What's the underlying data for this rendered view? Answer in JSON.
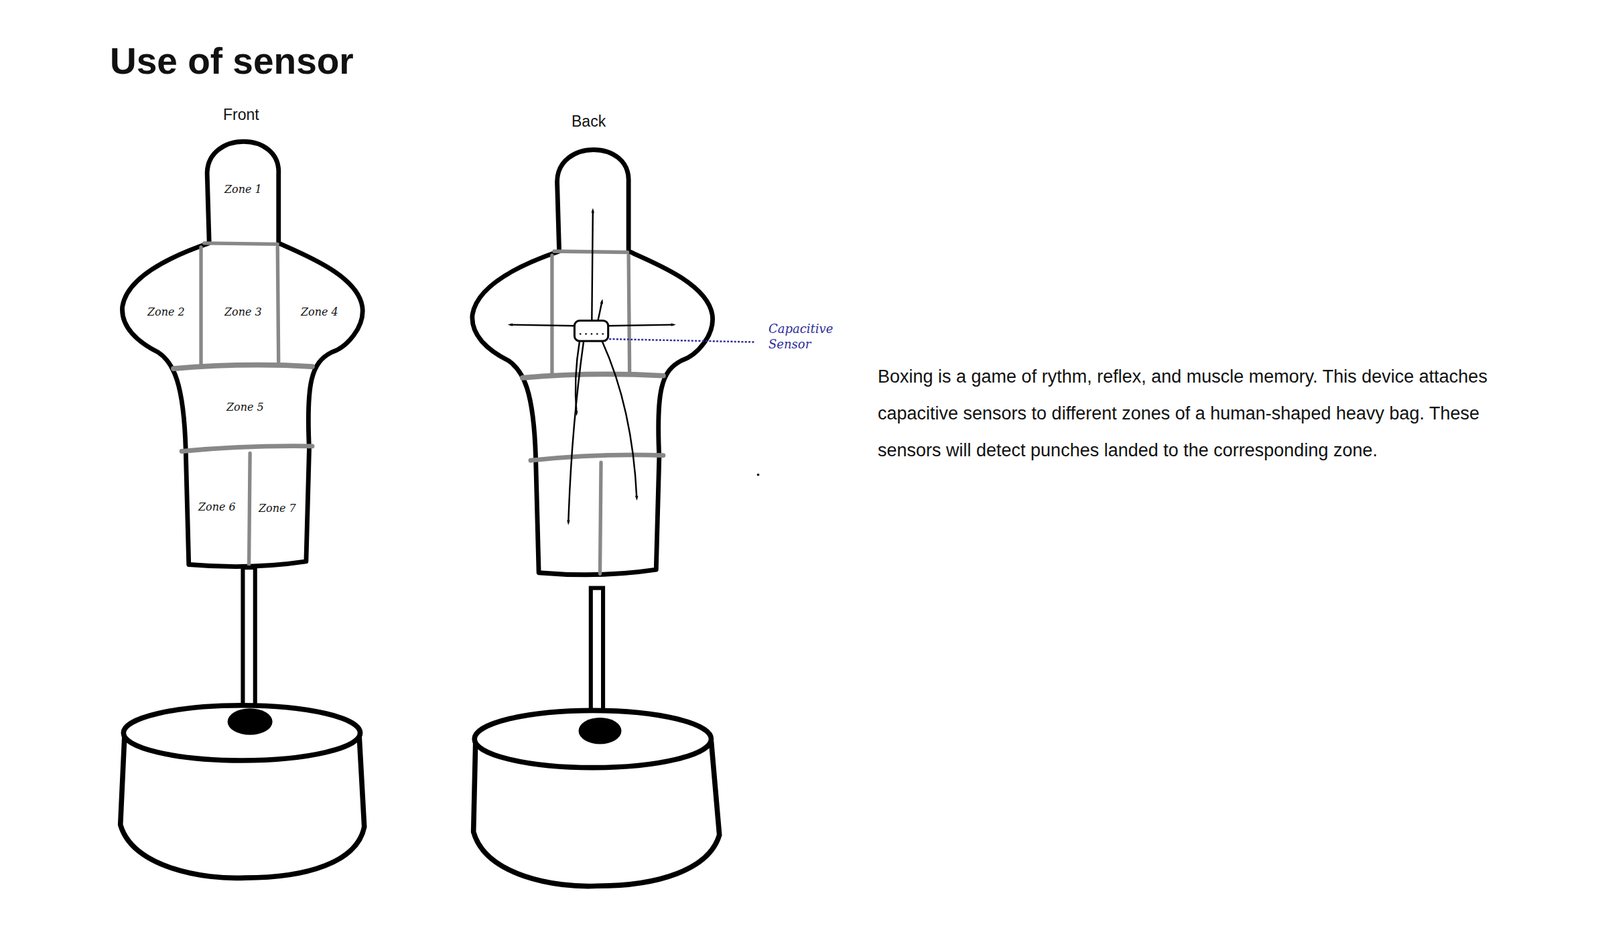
{
  "diagram": {
    "title": "Use of sensor",
    "labels": [
      "Front",
      "Back",
      "Zone 1",
      "Zone 2",
      "Zone 3",
      "Zone 4",
      "Zone 5",
      "Zone 6",
      "Zone 7",
      "Capacitive Sensor",
      "Boxing is a game of rythm, reflex, and muscle memory. This device attaches capacitive sensors to different zones of a human-shaped heavy bag. These sensors will detect punches landed to the corresponding zone."
    ]
  }
}
